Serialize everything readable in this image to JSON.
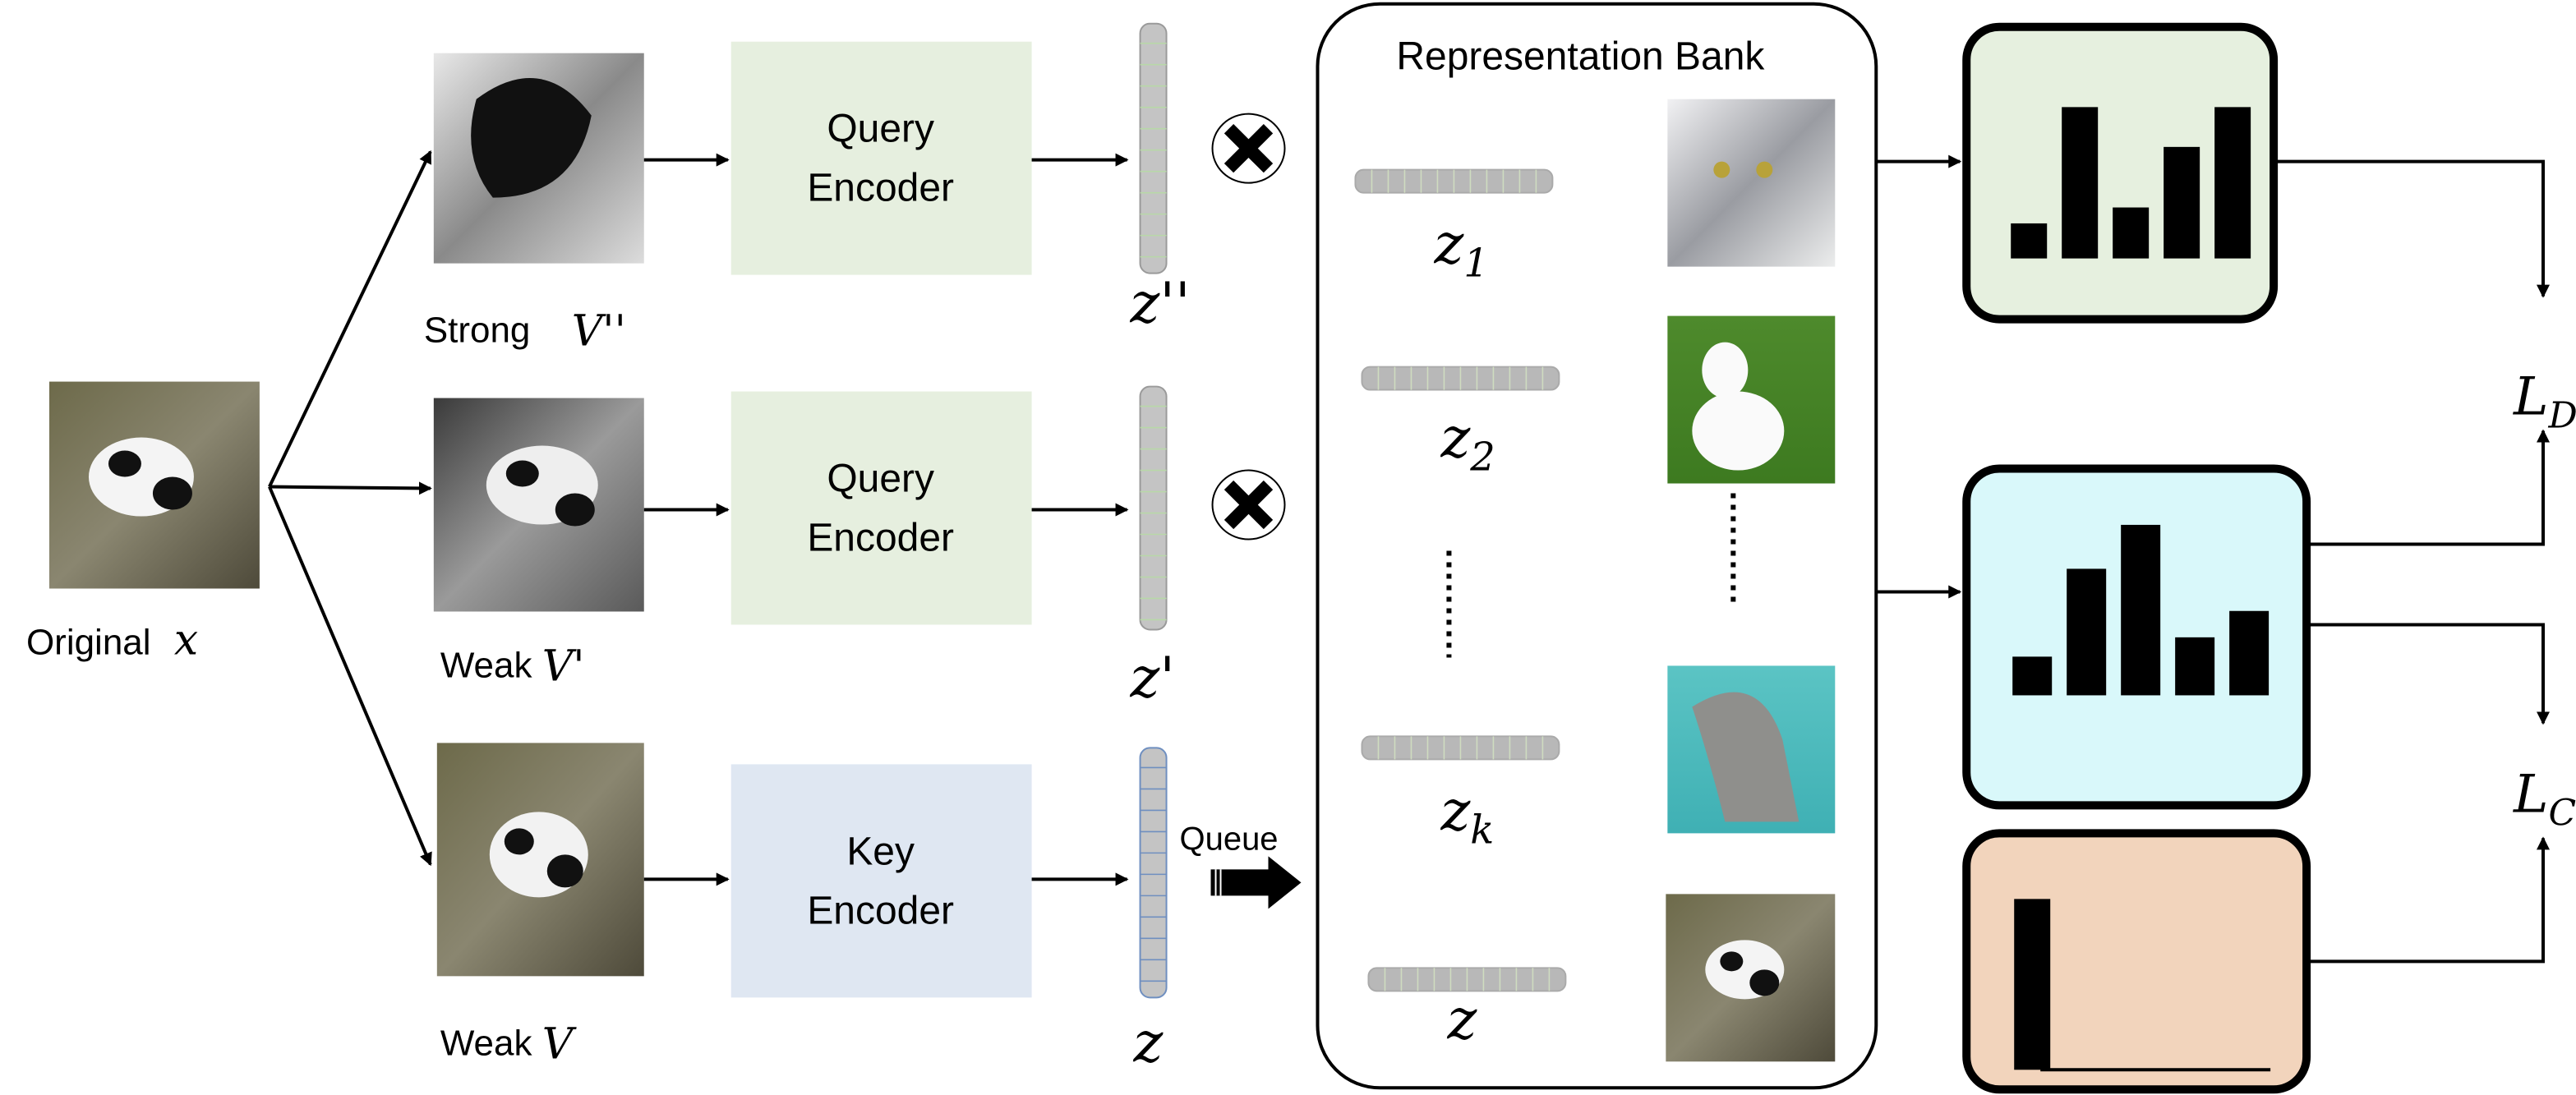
{
  "labels": {
    "original": "Original",
    "original_var": "x",
    "strong": "Strong",
    "strong_var": "V''",
    "weak1": "Weak",
    "weak1_var": "V'",
    "weak2": "Weak",
    "weak2_var": "V"
  },
  "encoders": {
    "query1_line1": "Query",
    "query1_line2": "Encoder",
    "query2_line1": "Query",
    "query2_line2": "Encoder",
    "key_line1": "Key",
    "key_line2": "Encoder"
  },
  "vectors": {
    "z2": "z''",
    "z1": "z'",
    "z0": "z"
  },
  "queue_label": "Queue",
  "bank": {
    "title": "Representation Bank",
    "items": [
      {
        "label": "z",
        "sub": "1",
        "image": "cat"
      },
      {
        "label": "z",
        "sub": "2",
        "image": "dog"
      },
      {
        "label": "z",
        "sub": "k",
        "image": "dolphin"
      },
      {
        "label": "z",
        "sub": "",
        "image": "panda"
      }
    ]
  },
  "losses": {
    "ld": "L",
    "ld_sub": "D",
    "lc": "L",
    "lc_sub": "C"
  },
  "histograms": {
    "colors": {
      "green": "#e6f0df",
      "cyan": "#d9f8fa",
      "peach": "#f2d4bc",
      "query": "#e6efdf",
      "key": "#dfe7f2"
    },
    "green_bars": [
      0.22,
      0.95,
      0.32,
      0.7,
      0.95
    ],
    "cyan_bars": [
      0.22,
      0.72,
      0.97,
      0.33,
      0.48
    ],
    "peach_bars": [
      1.0
    ]
  },
  "icons": {
    "cross": "x-circle-icon"
  }
}
